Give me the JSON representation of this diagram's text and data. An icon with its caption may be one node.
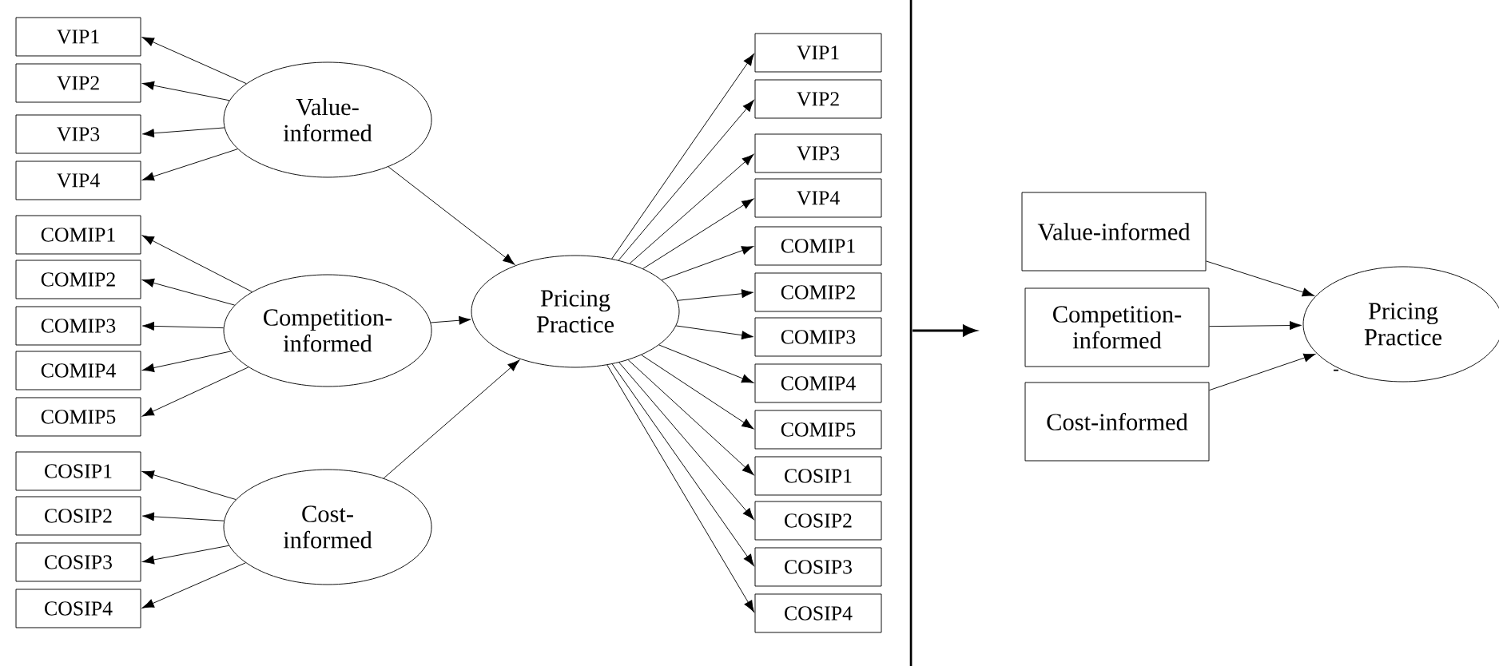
{
  "diagram": {
    "nodes": [
      {
        "text": [
          "VIP1"
        ]
      },
      {
        "text": [
          "VIP2"
        ]
      },
      {
        "text": [
          "VIP3"
        ]
      },
      {
        "text": [
          "VIP4"
        ]
      },
      {
        "text": [
          "COMIP1"
        ]
      },
      {
        "text": [
          "COMIP2"
        ]
      },
      {
        "text": [
          "COMIP3"
        ]
      },
      {
        "text": [
          "COMIP4"
        ]
      },
      {
        "text": [
          "COMIP5"
        ]
      },
      {
        "text": [
          "COSIP1"
        ]
      },
      {
        "text": [
          "COSIP2"
        ]
      },
      {
        "text": [
          "COSIP3"
        ]
      },
      {
        "text": [
          "COSIP4"
        ]
      },
      {
        "text": [
          "Value-informed"
        ]
      },
      {
        "text": [
          "Competition-informed"
        ]
      },
      {
        "text": [
          "Cost-informed"
        ]
      },
      {
        "text": [
          "Pricing Practice"
        ]
      },
      {
        "text": [
          "VIP1"
        ]
      },
      {
        "text": [
          "VIP2"
        ]
      },
      {
        "text": [
          "VIP3"
        ]
      },
      {
        "text": [
          "VIP4"
        ]
      },
      {
        "text": [
          "COMIP1"
        ]
      },
      {
        "text": [
          "COMIP2"
        ]
      },
      {
        "text": [
          "COMIP3"
        ]
      },
      {
        "text": [
          "COMIP4"
        ]
      },
      {
        "text": [
          "COMIP5"
        ]
      },
      {
        "text": [
          "COSIP1"
        ]
      },
      {
        "text": [
          "COSIP2"
        ]
      },
      {
        "text": [
          "COSIP3"
        ]
      },
      {
        "text": [
          "COSIP4"
        ]
      },
      {
        "text": [
          "Value-informed"
        ]
      },
      {
        "text": [
          "Competition-informed"
        ]
      },
      {
        "text": [
          "Cost-informed"
        ]
      },
      {
        "text": [
          "Pricing Practice"
        ]
      }
    ],
    "edges": [
      {
        "from": 13,
        "to": 0,
        "arrow": "to"
      },
      {
        "from": 13,
        "to": 1,
        "arrow": "to"
      },
      {
        "from": 13,
        "to": 2,
        "arrow": "to"
      },
      {
        "from": 13,
        "to": 3,
        "arrow": "to"
      },
      {
        "from": 14,
        "to": 4,
        "arrow": "to"
      },
      {
        "from": 14,
        "to": 5,
        "arrow": "to"
      },
      {
        "from": 14,
        "to": 6,
        "arrow": "to"
      },
      {
        "from": 14,
        "to": 7,
        "arrow": "to"
      },
      {
        "from": 14,
        "to": 8,
        "arrow": "to"
      },
      {
        "from": 15,
        "to": 9,
        "arrow": "to"
      },
      {
        "from": 15,
        "to": 10,
        "arrow": "to"
      },
      {
        "from": 15,
        "to": 11,
        "arrow": "to"
      },
      {
        "from": 15,
        "to": 12,
        "arrow": "to"
      },
      {
        "from": 13,
        "to": 16,
        "arrow": "to"
      },
      {
        "from": 14,
        "to": 16,
        "arrow": "to"
      },
      {
        "from": 15,
        "to": 16,
        "arrow": "to"
      },
      {
        "from": 16,
        "to": 17,
        "arrow": "to"
      },
      {
        "from": 16,
        "to": 18,
        "arrow": "to"
      },
      {
        "from": 16,
        "to": 19,
        "arrow": "to"
      },
      {
        "from": 16,
        "to": 20,
        "arrow": "to"
      },
      {
        "from": 16,
        "to": 21,
        "arrow": "to"
      },
      {
        "from": 16,
        "to": 22,
        "arrow": "to"
      },
      {
        "from": 16,
        "to": 23,
        "arrow": "to"
      },
      {
        "from": 16,
        "to": 24,
        "arrow": "to"
      },
      {
        "from": 16,
        "to": 25,
        "arrow": "to"
      },
      {
        "from": 16,
        "to": 26,
        "arrow": "to"
      },
      {
        "from": 16,
        "to": 27,
        "arrow": "to"
      },
      {
        "from": 16,
        "to": 28,
        "arrow": "to"
      },
      {
        "from": 16,
        "to": 29,
        "arrow": "to"
      },
      {
        "from": 30,
        "to": 33,
        "arrow": "to"
      },
      {
        "from": 31,
        "to": 33,
        "arrow": "to"
      },
      {
        "from": 32,
        "to": 33,
        "arrow": "to"
      }
    ],
    "labels": [
      "-"
    ]
  }
}
